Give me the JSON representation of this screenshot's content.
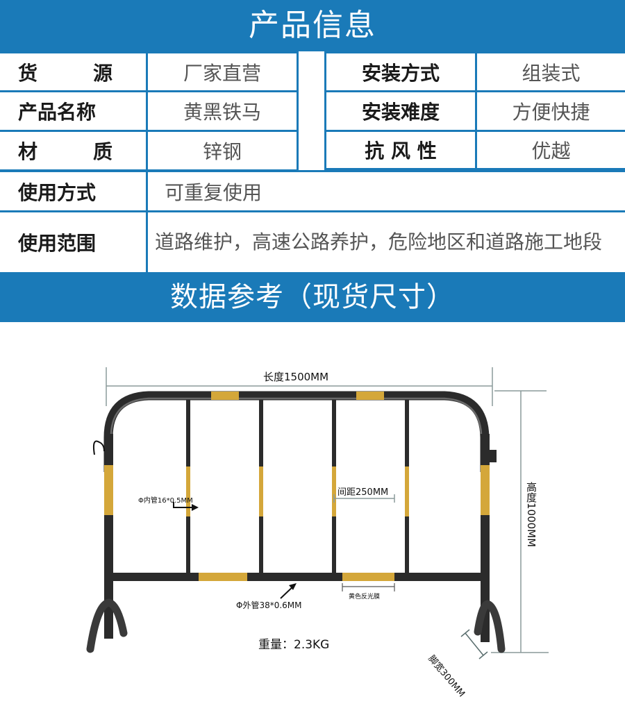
{
  "header": {
    "title": "产品信息"
  },
  "spec_table": {
    "left": [
      {
        "label": [
          "货",
          "源"
        ],
        "value": "厂家直营"
      },
      {
        "label": [
          "产品名称"
        ],
        "value": "黄黑铁马"
      },
      {
        "label": [
          "材",
          "质"
        ],
        "value": "锌钢"
      }
    ],
    "right": [
      {
        "label": "安装方式",
        "value": "组装式"
      },
      {
        "label": "安装难度",
        "value": "方便快捷"
      },
      {
        "label": "抗 风 性",
        "value": "优越"
      }
    ],
    "usage_method": {
      "label": "使用方式",
      "value": "可重复使用"
    },
    "usage_scope": {
      "label": "使用范围",
      "value": "道路维护，高速公路养护，危险地区和道路施工地段"
    }
  },
  "section2": {
    "title": "数据参考（现货尺寸）"
  },
  "diagram": {
    "length_label": "长度1500MM",
    "height_label": "高度1000MM",
    "inner_tube_label": "Φ内管16*0.5MM",
    "spacing_label": "间距250MM",
    "outer_tube_label": "Φ外管38*0.6MM",
    "reflective_label": "黄色反光膜",
    "weight_label": "重量：2.3KG",
    "foot_width_label": "脚宽300MM",
    "colors": {
      "frame": "#2b2b2b",
      "stripe": "#d4a73a",
      "dimension": "#8a9a9a",
      "brand_blue": "#1a7ab8"
    }
  }
}
